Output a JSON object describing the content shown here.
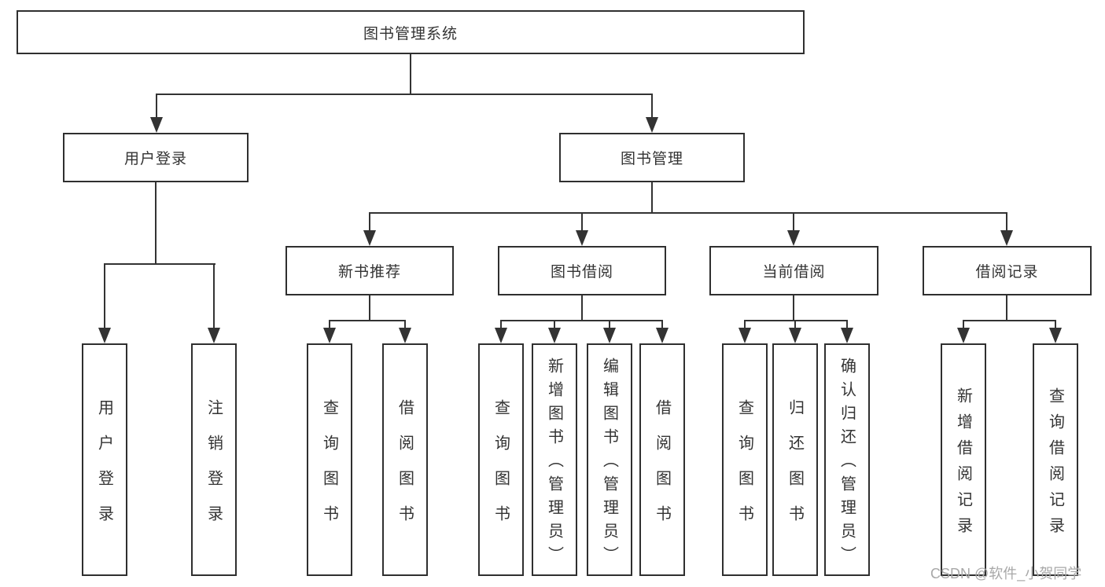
{
  "nodes": {
    "root": "图书管理系统",
    "l2": [
      "用户登录",
      "图书管理"
    ],
    "l3": [
      "新书推荐",
      "图书借阅",
      "当前借阅",
      "借阅记录"
    ],
    "user_leaves": [
      "用户登录",
      "注销登录"
    ],
    "recommend_leaves": [
      "查询图书",
      "借阅图书"
    ],
    "borrow_leaves": [
      "查询图书",
      "新增图书（管理员）",
      "编辑图书（管理员）",
      "借阅图书"
    ],
    "current_leaves": [
      "查询图书",
      "归还图书",
      "确认归还（管理员）"
    ],
    "record_leaves": [
      "新增借阅记录",
      "查询借阅记录"
    ]
  },
  "watermark": "CSDN @软件_小贺同学",
  "colors": {
    "background": "#ffffff",
    "line": "#333333",
    "box_border": "#2f2f2f",
    "text": "#333333",
    "watermark_text": "#a8a8a8"
  }
}
